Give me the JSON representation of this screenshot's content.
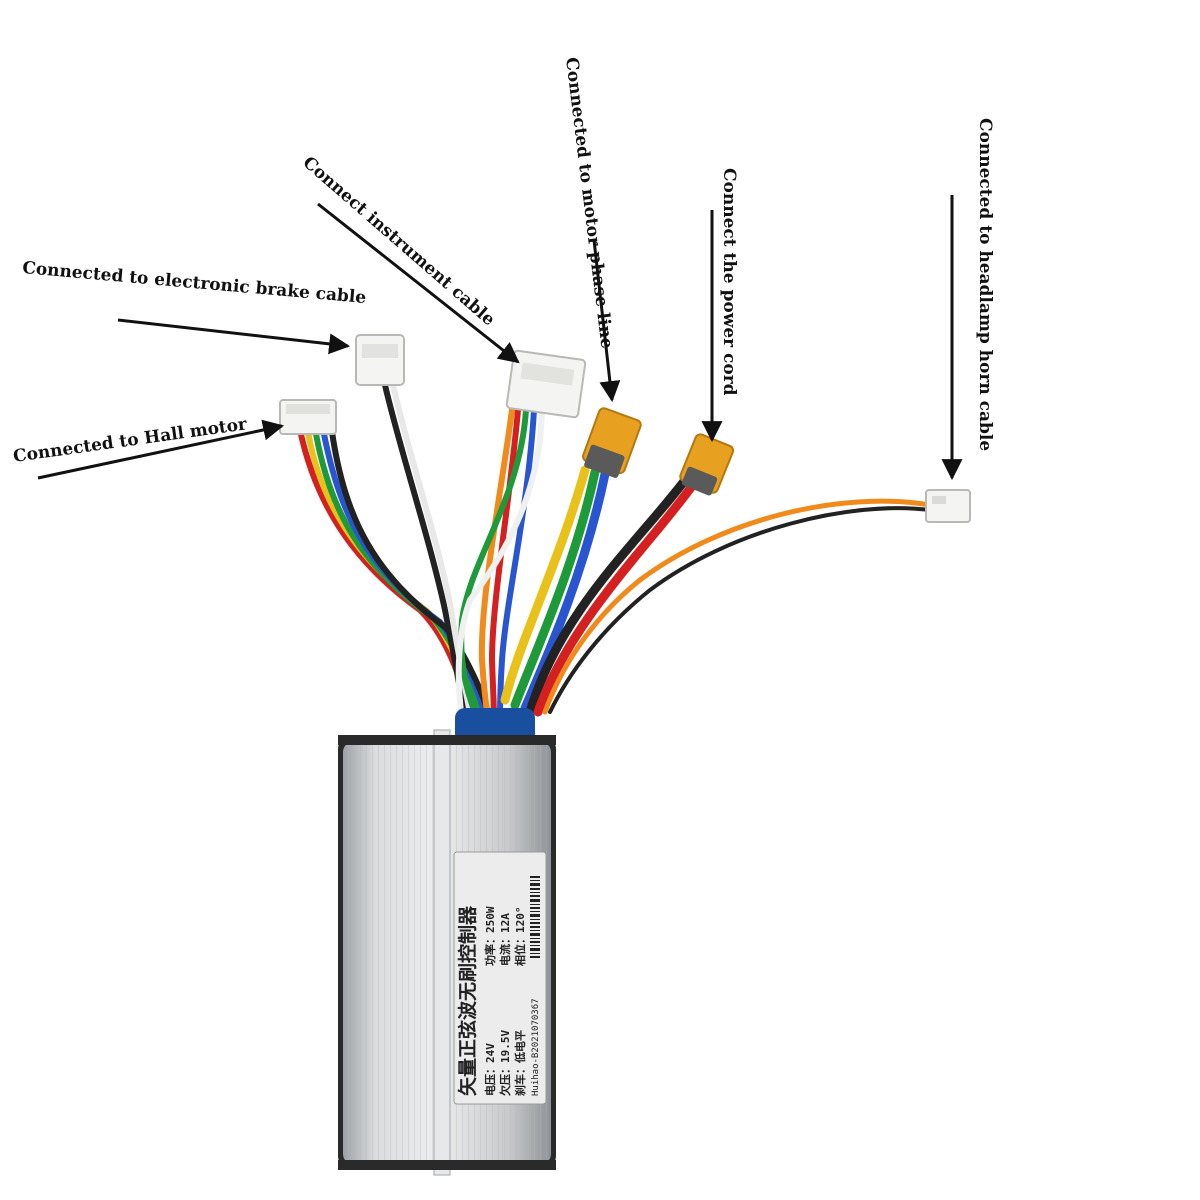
{
  "callouts": {
    "hall_motor": "Connected to Hall motor",
    "brake": "Connected to electronic brake cable",
    "instrument": "Connect instrument cable",
    "motor_phase": "Connected to motor phase line",
    "power": "Connect the power cord",
    "headlamp": "Connected to headlamp horn cable"
  },
  "nameplate": {
    "title": "矢量正弦波无刷控制器",
    "voltage": "电压：24V",
    "power": "功率：250W",
    "undervoltage": "欠压：19.5V",
    "current": "电流：12A",
    "brake": "刹车：低电平",
    "phase": "相位：120°",
    "serial": "Huihao-B2021070367"
  },
  "colors": {
    "housing": "#c9cbcd",
    "collar": "#1a4fa0",
    "xt_connector": "#e8a020",
    "arrow": "#111111"
  }
}
